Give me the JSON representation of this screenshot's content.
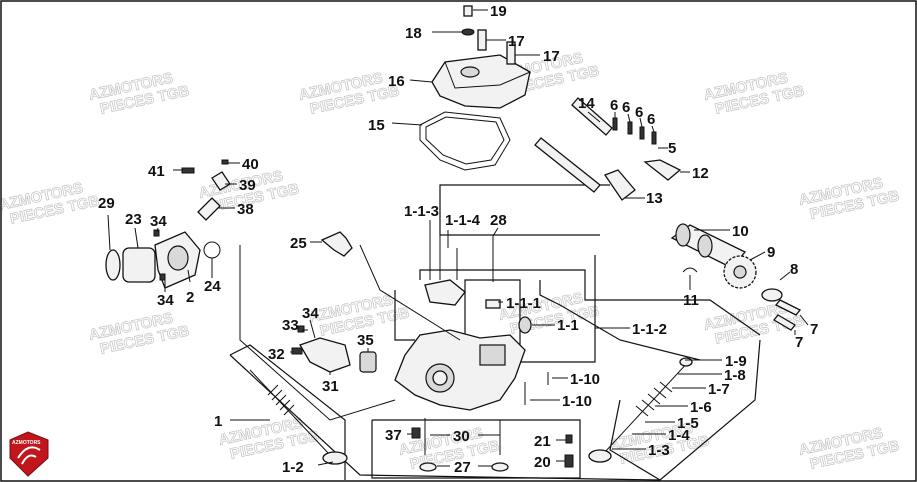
{
  "watermark": {
    "line1": "AZMOTORS",
    "line2": "PIECES TGB"
  },
  "logo": {
    "text": "AZMOTORS",
    "color": "#c0161c"
  },
  "callouts": {
    "c19": "19",
    "c18": "18",
    "c17a": "17",
    "c17b": "17",
    "c16": "16",
    "c15": "15",
    "c14": "14",
    "c6a": "6",
    "c6b": "6",
    "c6c": "6",
    "c6d": "6",
    "c5": "5",
    "c12": "12",
    "c13": "13",
    "c41": "41",
    "c40": "40",
    "c39": "39",
    "c38": "38",
    "c29": "29",
    "c23": "23",
    "c34a": "34",
    "c34b": "34",
    "c2": "2",
    "c24": "24",
    "c25": "25",
    "c113": "1-1-3",
    "c114": "1-1-4",
    "c28": "28",
    "c10": "10",
    "c9": "9",
    "c8": "8",
    "c11": "11",
    "c7a": "7",
    "c7b": "7",
    "c111": "1-1-1",
    "c11b": "1-1",
    "c112": "1-1-2",
    "c34c": "34",
    "c33": "33",
    "c32": "32",
    "c35": "35",
    "c31": "31",
    "c19b": "1-9",
    "c18b": "1-8",
    "c17c": "1-7",
    "c16b": "1-6",
    "c15b": "1-5",
    "c14b": "1-4",
    "c13b": "1-3",
    "c110a": "1-10",
    "c110b": "1-10",
    "c1": "1",
    "c12b": "1-2",
    "c37": "37",
    "c30": "30",
    "c27": "27",
    "c21": "21",
    "c20": "20"
  }
}
